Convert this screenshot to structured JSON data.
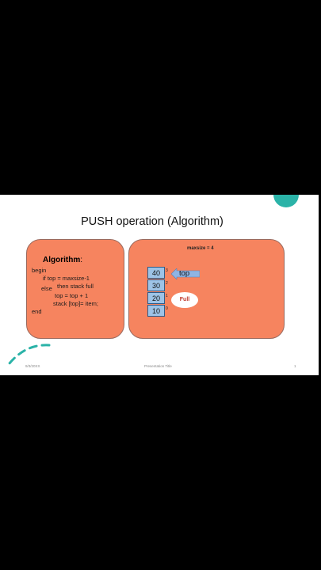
{
  "slide": {
    "title": "PUSH operation (Algorithm)",
    "algorithm": {
      "heading": "Algorithm",
      "colon": ":",
      "lines": [
        "begin",
        "if top = maxsize-1",
        "then stack full",
        "else",
        "top = top + 1",
        "stack [top]= item;",
        "end"
      ]
    },
    "stack_panel": {
      "maxsize_label": "maxsize = 4",
      "cells": [
        "40",
        "30",
        "20",
        "10"
      ],
      "indices": [
        "3",
        "2",
        "1",
        "0"
      ],
      "top_label": "top",
      "full_label": "Full"
    },
    "footer": {
      "date": "9/3/20XX",
      "center": "Presentation Title",
      "page": "1"
    }
  },
  "colors": {
    "panel": "#f6845f",
    "stack_cell": "#9dc3e6",
    "arrow": "#8fb4e3",
    "accent": "#2bb3a8",
    "full_text": "#c0392b"
  }
}
